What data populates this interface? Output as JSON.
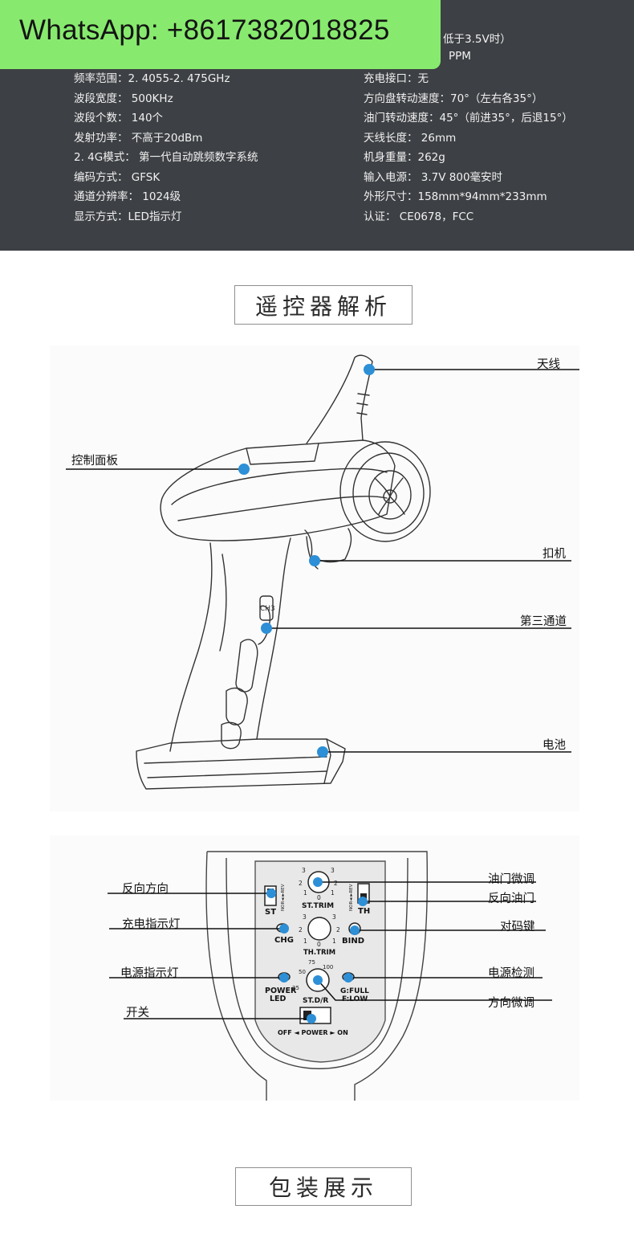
{
  "whatsapp": {
    "text": "WhatsApp: +8617382018825"
  },
  "specs": {
    "top_right_partial_1": "低于3.5V时）",
    "top_right_partial_2": "PPM",
    "left": [
      "频率范围：2. 4055-2. 475GHz",
      "波段宽度： 500KHz",
      "波段个数： 140个",
      "发射功率： 不高于20dBm",
      "2. 4G模式： 第一代自动跳频数字系统",
      "编码方式： GFSK",
      "通道分辨率： 1024级",
      "显示方式：LED指示灯"
    ],
    "right": [
      "充电接口：无",
      "方向盘转动速度：70°（左右各35°）",
      "油门转动速度：45°（前进35°，后退15°）",
      "天线长度： 26mm",
      "机身重量：262g",
      "输入电源： 3.7V  800毫安时",
      "外形尺寸：158mm*94mm*233mm",
      "认证： CE0678，FCC"
    ]
  },
  "section1": {
    "title": "遥控器解析"
  },
  "controller": {
    "labels": {
      "antenna": "天线",
      "panel": "控制面板",
      "trigger": "扣机",
      "ch3": "第三通道",
      "battery": "电池"
    },
    "ch3_mark": "CH3"
  },
  "faceplate": {
    "labels": {
      "st_rev": "反向方向",
      "chg_led": "充电指示灯",
      "power_led": "电源指示灯",
      "switch": "开关",
      "th_trim": "油门微调",
      "th_rev": "反向油门",
      "bind": "对码键",
      "power_check": "电源检测",
      "st_trim": "方向微调"
    },
    "marks": {
      "st": "ST",
      "th": "TH",
      "chg": "CHG",
      "bind": "BIND",
      "st_trim": "ST.TRIM",
      "th_trim": "TH.TRIM",
      "power": "POWER",
      "led": "LED",
      "gfull": "G:FULL",
      "flow": "F:LOW",
      "std_r": "ST.D/R",
      "off_power_on": "OFF ◄ POWER ► ON",
      "nor_rev": "NOR◄ ►REV",
      "d1": "1",
      "d2": "2",
      "d3": "3",
      "d0": "0",
      "r25": "25",
      "r50": "50",
      "r75": "75",
      "r100": "100"
    }
  },
  "section2": {
    "title": "包装展示"
  },
  "colors": {
    "dark": "#3d4044",
    "green": "#87ea6e",
    "dot": "#2d8fd6"
  }
}
